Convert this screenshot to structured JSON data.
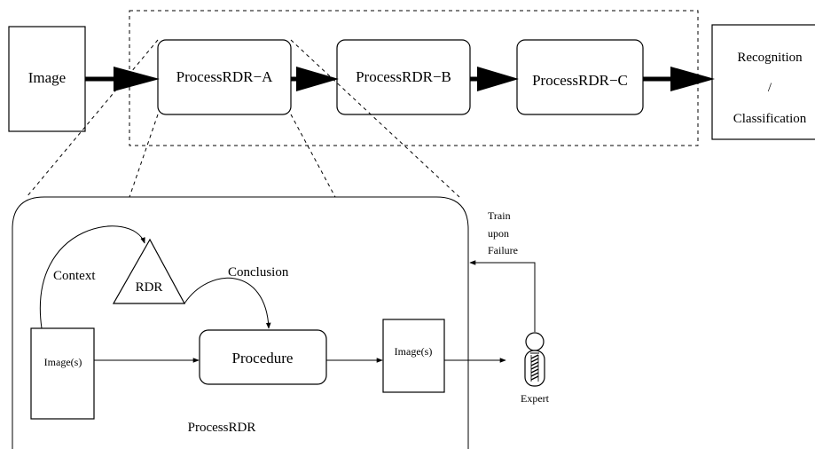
{
  "pipeline": {
    "input_label": "Image",
    "stage_a": "ProcessRDR−A",
    "stage_b": "ProcessRDR−B",
    "stage_c": "ProcessRDR−C",
    "output_line1": "Recognition",
    "output_line2": "/",
    "output_line3": "Classification"
  },
  "detail": {
    "context_label": "Context",
    "rdr_label": "RDR",
    "conclusion_label": "Conclusion",
    "input_images_label": "Image(s)",
    "procedure_label": "Procedure",
    "output_images_label": "Image(s)",
    "container_label": "ProcessRDR"
  },
  "expert": {
    "label": "Expert",
    "feedback_line1": "Train",
    "feedback_line2": "upon",
    "feedback_line3": "Failure"
  }
}
